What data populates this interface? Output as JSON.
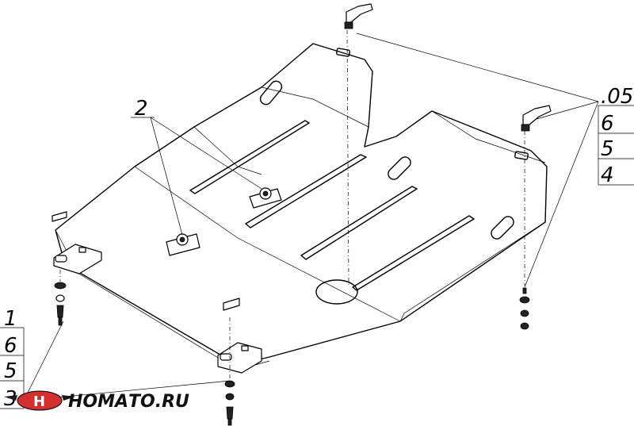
{
  "callouts": {
    "main_part": "2",
    "right_group": [
      ".05",
      "6",
      "5",
      "4"
    ],
    "left_group": [
      "1",
      "6",
      "5",
      "3"
    ]
  },
  "logo": {
    "text": "НОМАТО.RU",
    "colors": {
      "accent": "#d32f2f",
      "dark": "#1a1a1a"
    }
  }
}
